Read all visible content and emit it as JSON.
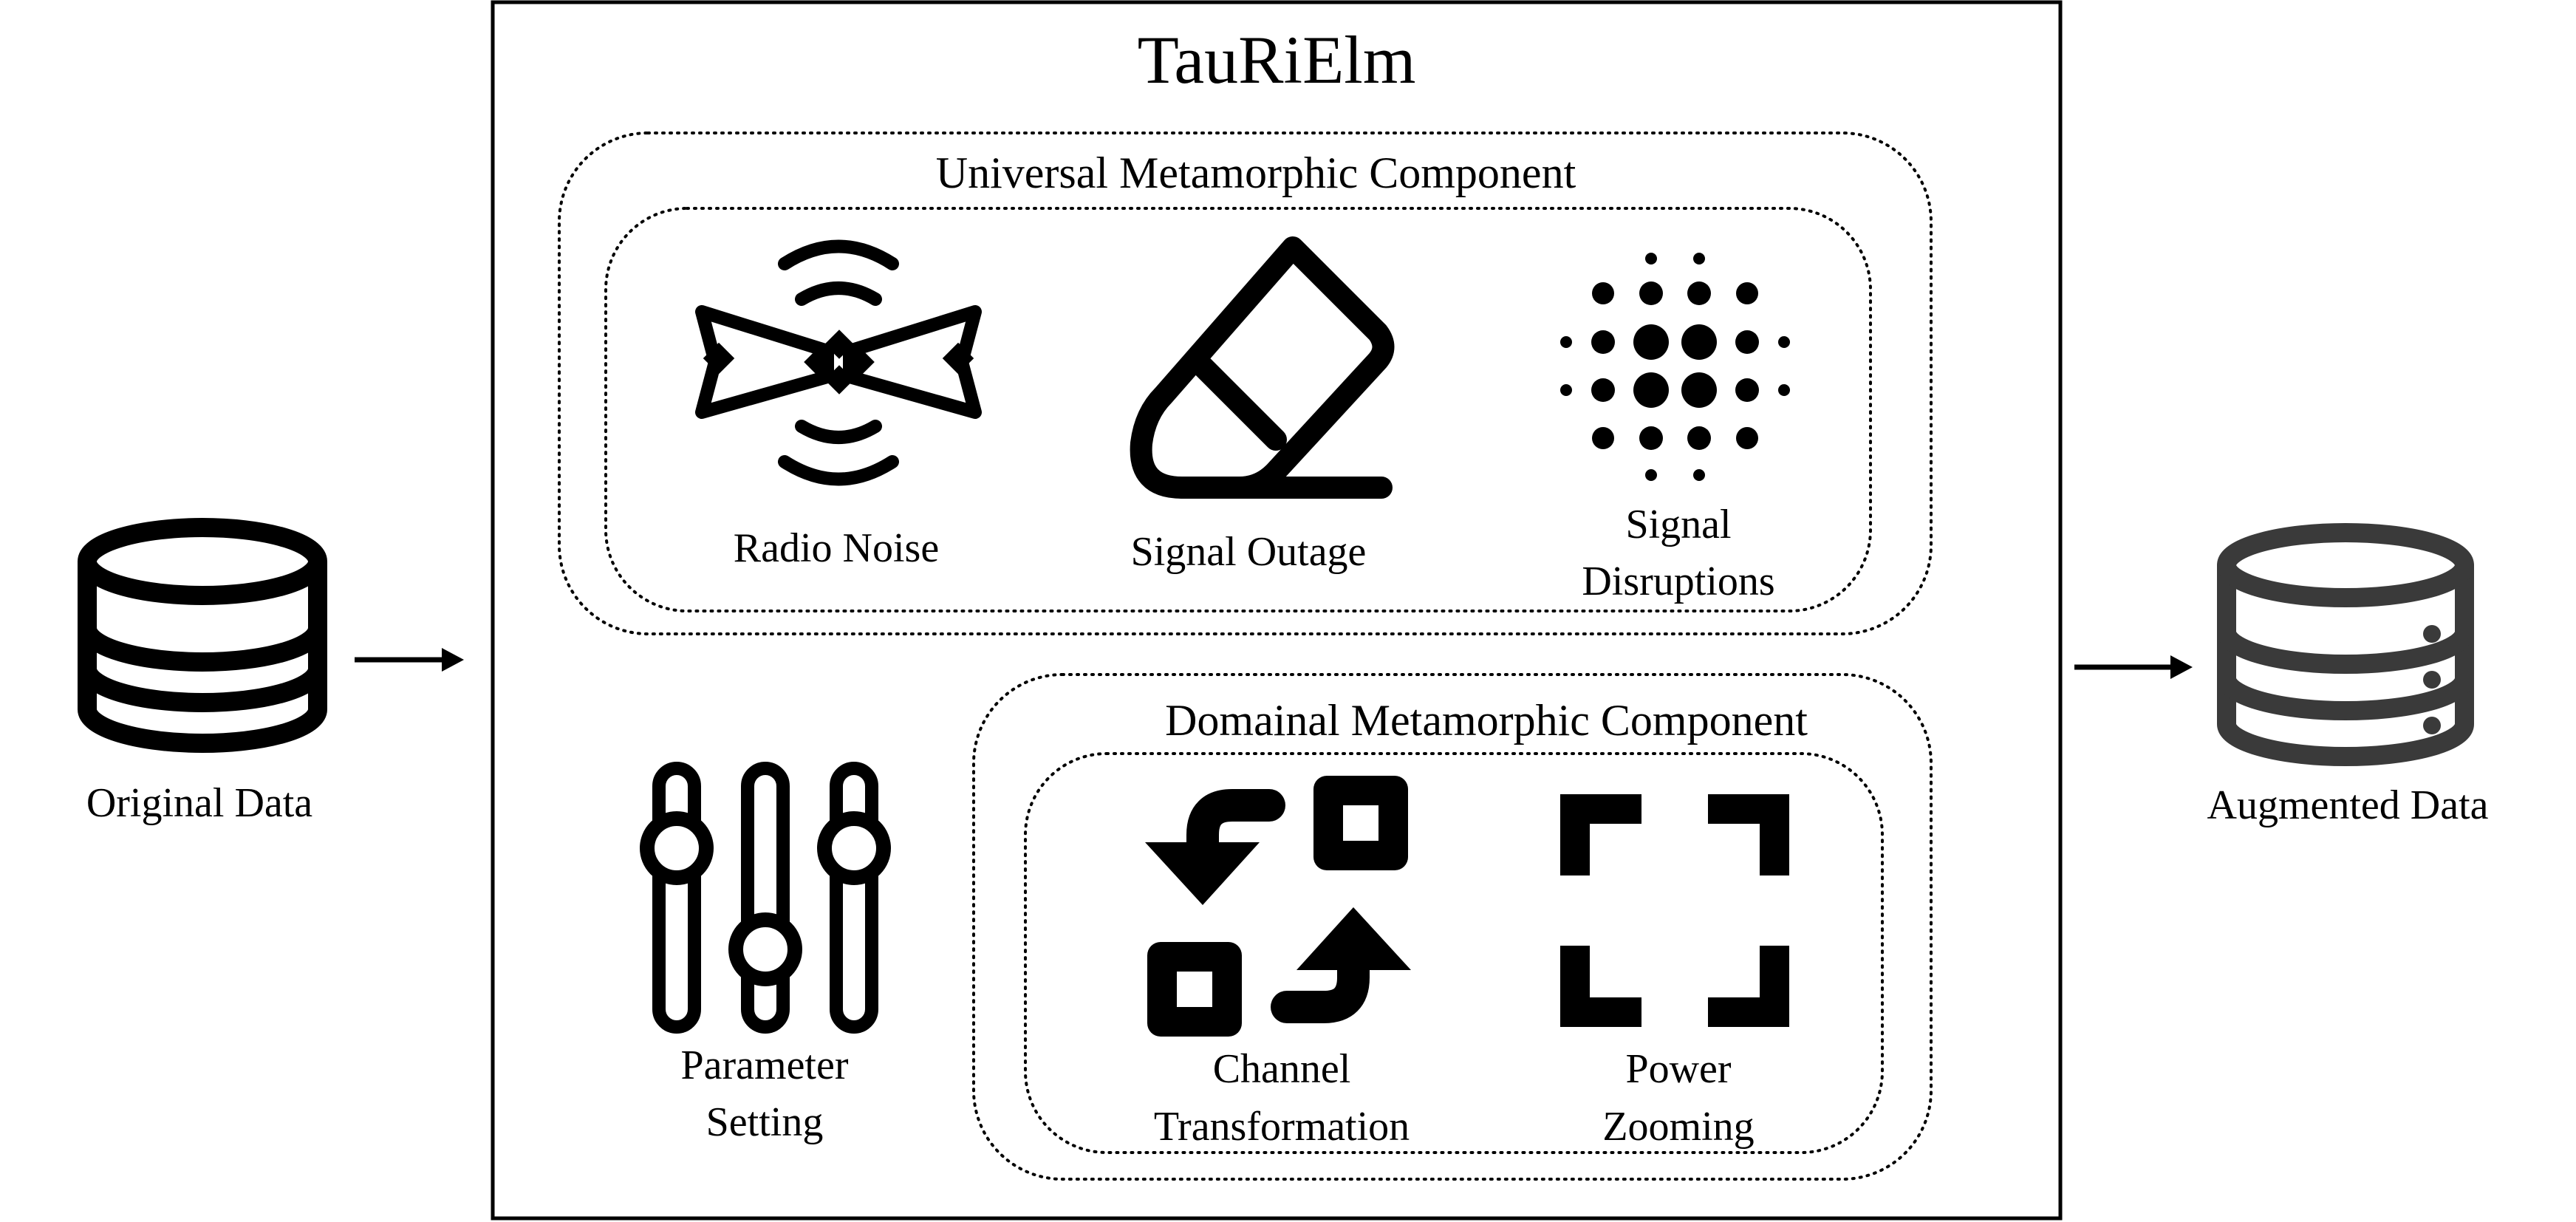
{
  "title": "TauRiElm",
  "inputs": {
    "original_label": "Original Data"
  },
  "outputs": {
    "augmented_label": "Augmented Data"
  },
  "universal": {
    "title": "Universal Metamorphic Component",
    "items": [
      {
        "name": "radio-noise",
        "icon": "satellite-icon",
        "lines": [
          "Radio Noise"
        ]
      },
      {
        "name": "signal-outage",
        "icon": "eraser-icon",
        "lines": [
          "Signal Outage"
        ]
      },
      {
        "name": "signal-disruptions",
        "icon": "dots-halftone-icon",
        "lines": [
          "Signal",
          "Disruptions"
        ]
      }
    ]
  },
  "parameter": {
    "icon": "sliders-icon",
    "lines": [
      "Parameter",
      "Setting"
    ]
  },
  "domainal": {
    "title": "Domainal Metamorphic Component",
    "items": [
      {
        "name": "channel-transformation",
        "icon": "swap-arrows-icon",
        "lines": [
          "Channel",
          "Transformation"
        ]
      },
      {
        "name": "power-zooming",
        "icon": "expand-corners-icon",
        "lines": [
          "Power",
          "Zooming"
        ]
      }
    ]
  },
  "colors": {
    "ink": "#000000",
    "db_output": "#3a3a3a",
    "background": "#ffffff"
  }
}
